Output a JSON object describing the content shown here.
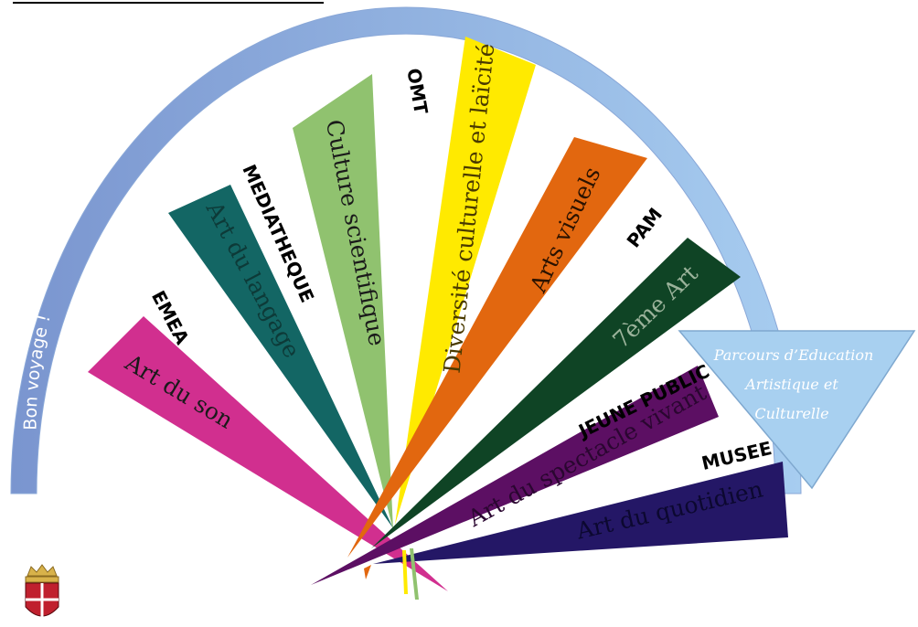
{
  "arc_label": "Bon voyage !",
  "arrow_label": [
    "Parcours d’Education",
    "Artistique et",
    "Culturelle"
  ],
  "rays": [
    {
      "label": "Art du son",
      "venue": "EMEA",
      "color": "#d12f8f"
    },
    {
      "label": "Art du langage",
      "venue": "MEDIATHEQUE",
      "color": "#136664"
    },
    {
      "label": "Culture scientifique",
      "venue": "",
      "color": "#90c26f"
    },
    {
      "label": "Diversité culturelle et laïcité",
      "venue": "OMT",
      "color": "#ffea00"
    },
    {
      "label": "Arts visuels",
      "venue": "",
      "color": "#e2670f"
    },
    {
      "label": "7ème Art",
      "venue": "PAM",
      "color": "#0f4425"
    },
    {
      "label": "Art du spectacle vivant",
      "venue": "JEUNE PUBLIC",
      "color": "#5c0f63"
    },
    {
      "label": "Art du quotidien",
      "venue": "MUSEE",
      "color": "#241766"
    }
  ],
  "colors": {
    "arc_left": "#7a95cf",
    "arc_right": "#a7cdf0",
    "arc_edge": "#8aa8d8",
    "arrow_fill": "#a8d0f0",
    "crest_red": "#c0202e",
    "crest_gold": "#d8b24a"
  }
}
